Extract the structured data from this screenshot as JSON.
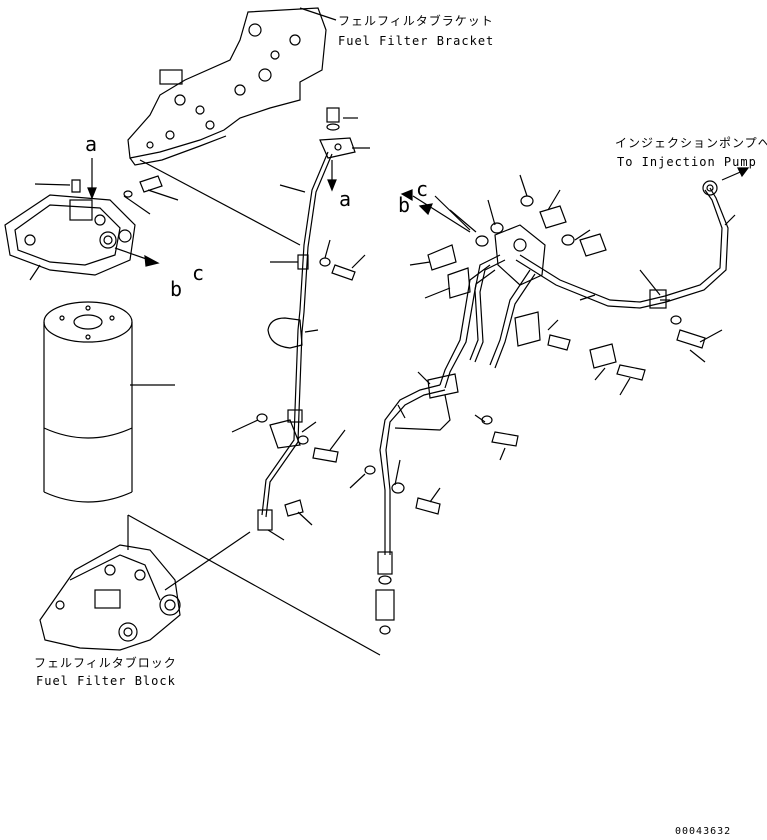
{
  "labels": {
    "bracket_jp": "フェルフィルタブラケット",
    "bracket_en": "Fuel Filter Bracket",
    "pump_jp": "インジェクションポンプへ",
    "pump_en": "To Injection Pump",
    "block_jp": "フェルフィルタブロック",
    "block_en": "Fuel Filter Block",
    "ref_a_top": "a",
    "ref_a_bracket": "a",
    "ref_b_filter": "b",
    "ref_c_filter": "c",
    "ref_b_pipe": "b",
    "ref_c_pipe": "c",
    "drawing_number": "00043632"
  },
  "colors": {
    "line": "#000000",
    "background": "#ffffff"
  }
}
